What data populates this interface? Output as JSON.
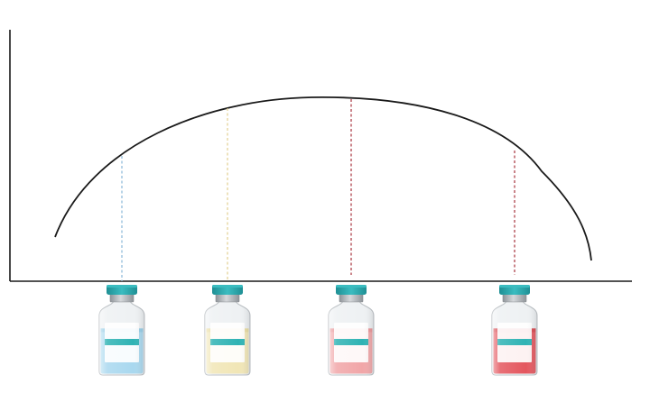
{
  "diagram": {
    "axis_color": "#1a1a1a",
    "curve_color": "#1a1a1a",
    "vials": [
      {
        "name": "vial-light-blue",
        "liquid": "#a9d8ef",
        "liquid_dark": "#8cc6e3",
        "line": "#8ab8d8",
        "fill_level": 0.68
      },
      {
        "name": "vial-pale-yellow",
        "liquid": "#f1e6b6",
        "liquid_dark": "#e4d696",
        "line": "#e2cf8f",
        "fill_level": 0.68
      },
      {
        "name": "vial-pink",
        "liquid": "#f1a6a8",
        "liquid_dark": "#e68d90",
        "line": "#a8333d",
        "fill_level": 0.68
      },
      {
        "name": "vial-red",
        "liquid": "#e4575f",
        "liquid_dark": "#d13d46",
        "line": "#a8333d",
        "fill_level": 0.68
      }
    ],
    "cap_color": "#2aa3a8",
    "cap_top_color": "#3bbcc0",
    "neck_color": "#b8bcc0",
    "label_color": "#ffffff",
    "label_stripe_color": "#2fb3b4"
  }
}
